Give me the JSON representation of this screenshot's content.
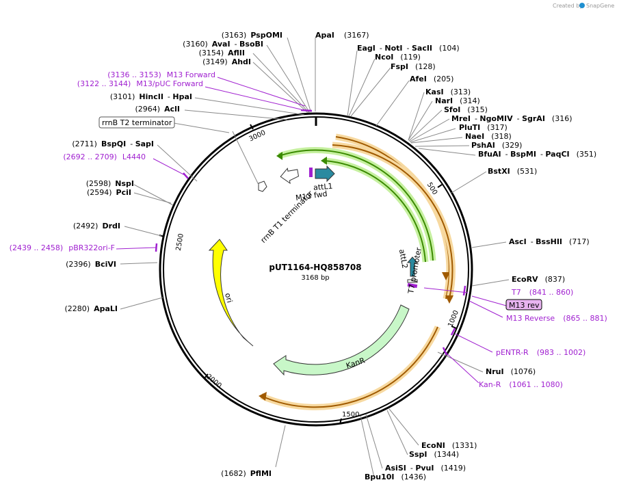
{
  "watermark": {
    "prefix": "Created by",
    "brand": "SnapGene",
    "icon": "snapgene-logo-icon",
    "color": "#1f8fd0"
  },
  "plasmid": {
    "name": "pUT1164-HQ858708",
    "size": "3168 bp"
  },
  "ticks": [
    "500",
    "1000",
    "1500",
    "2000",
    "2500",
    "3000"
  ],
  "enzymes": [
    {
      "pos": "(3163)",
      "name": "PspOMI"
    },
    {
      "pos": "(3160)",
      "name": "AvaI",
      "name2": "BsoBI"
    },
    {
      "pos": "(3154)",
      "name": "AflII"
    },
    {
      "pos": "(3149)",
      "name": "AhdI"
    },
    {
      "pos": "(3101)",
      "name": "HincII",
      "name2": "HpaI"
    },
    {
      "pos": "(2964)",
      "name": "AclI"
    },
    {
      "pos": "(2711)",
      "name": "BspQI",
      "name2": "SapI"
    },
    {
      "pos": "(2598)",
      "name": "NspI"
    },
    {
      "pos": "(2594)",
      "name": "PciI"
    },
    {
      "pos": "(2492)",
      "name": "DrdI"
    },
    {
      "pos": "(2396)",
      "name": "BciVI"
    },
    {
      "pos": "(2280)",
      "name": "ApaLI"
    },
    {
      "pos": "(1682)",
      "name": "PflMI"
    },
    {
      "name": "ApaI",
      "pos": "(3167)"
    },
    {
      "name": "EagI",
      "name2": "NotI",
      "name3": "SacII",
      "pos": "(104)"
    },
    {
      "name": "NcoI",
      "pos": "(119)"
    },
    {
      "name": "FspI",
      "pos": "(128)"
    },
    {
      "name": "AfeI",
      "pos": "(205)"
    },
    {
      "name": "KasI",
      "pos": "(313)"
    },
    {
      "name": "NarI",
      "pos": "(314)"
    },
    {
      "name": "SfoI",
      "pos": "(315)"
    },
    {
      "name": "MreI",
      "name2": "NgoMIV",
      "name3": "SgrAI",
      "pos": "(316)"
    },
    {
      "name": "PluTI",
      "pos": "(317)"
    },
    {
      "name": "NaeI",
      "pos": "(318)"
    },
    {
      "name": "PshAI",
      "pos": "(329)"
    },
    {
      "name": "BfuAI",
      "name2": "BspMI",
      "name3": "PaqCI",
      "pos": "(351)"
    },
    {
      "name": "BstXI",
      "pos": "(531)"
    },
    {
      "name": "AscI",
      "name2": "BssHII",
      "pos": "(717)"
    },
    {
      "name": "EcoRV",
      "pos": "(837)"
    },
    {
      "name": "NruI",
      "pos": "(1076)"
    },
    {
      "name": "EcoNI",
      "pos": "(1331)"
    },
    {
      "name": "SspI",
      "pos": "(1344)"
    },
    {
      "name": "AsiSI",
      "name2": "PvuI",
      "pos": "(1419)"
    },
    {
      "name": "Bpu10I",
      "pos": "(1436)"
    }
  ],
  "primers": [
    {
      "range": "(3136 .. 3153)",
      "name": "M13 Forward"
    },
    {
      "range": "(3122 .. 3144)",
      "name": "M13/pUC Forward"
    },
    {
      "range": "(2692 .. 2709)",
      "name": "L4440"
    },
    {
      "range": "(2439 .. 2458)",
      "name": "pBR322ori-F"
    },
    {
      "name": "T7",
      "range": "(841 .. 860)"
    },
    {
      "name": "M13 rev"
    },
    {
      "name": "M13 Reverse",
      "range": "(865 .. 881)"
    },
    {
      "name": "pENTR-R",
      "range": "(983 .. 1002)"
    },
    {
      "name": "Kan-R",
      "range": "(1061 .. 1080)"
    }
  ],
  "features": {
    "rrnb_t2_box": "rrnB T2 terminator",
    "rrnb_t1": "rrnB T1 terminator",
    "m13_fwd": "M13 fwd",
    "attl1": "attL1",
    "attl2": "attL2",
    "t7_promoter": "T7 promoter",
    "ori": "ori",
    "kanr": "KanR"
  },
  "colors": {
    "primer": "#a020d0",
    "primer_box_fill": "#e8b4f0",
    "orf_fill": "#f7d9a0",
    "orf_line": "#a05a00",
    "green_fill": "#c6f0a0",
    "green_line": "#3a8a00",
    "ori_fill": "#ffff00",
    "kanr_fill": "#c8f7c8",
    "att_fill": "#2a8aa0"
  }
}
